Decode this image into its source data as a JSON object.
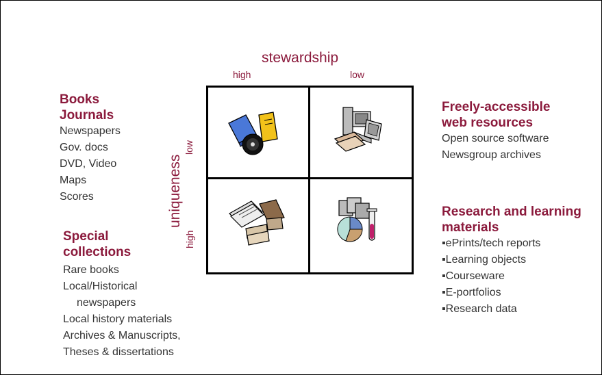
{
  "axes": {
    "top_title": "stewardship",
    "top_high": "high",
    "top_low": "low",
    "side_title": "uniqueness",
    "side_low": "low",
    "side_high": "high"
  },
  "left_top": {
    "headers": [
      "Books",
      "Journals"
    ],
    "items": [
      "Newspapers",
      "Gov. docs",
      "DVD, Video",
      "Maps",
      "Scores"
    ]
  },
  "left_bottom": {
    "headers": [
      "Special",
      "collections"
    ],
    "items": [
      "Rare books",
      "Local/Historical",
      "newspapers",
      "Local history materials",
      "Archives & Manuscripts,",
      "Theses & dissertations"
    ]
  },
  "right_top": {
    "headers": [
      "Freely-accessible",
      "web resources"
    ],
    "items": [
      "Open source software",
      "Newsgroup archives"
    ]
  },
  "right_bottom": {
    "headers": [
      "Research and learning",
      "materials"
    ],
    "items": [
      "▪ePrints/tech reports",
      "▪Learning objects",
      "▪Courseware",
      "▪E-portfolios",
      "▪Research data"
    ]
  },
  "icons": {
    "q1": "books-cd-icon",
    "q2": "computer-icon",
    "q3": "papers-books-icon",
    "q4": "disks-piechart-icon"
  },
  "colors": {
    "accent": "#8b1a3c",
    "text": "#333333",
    "border": "#000000"
  }
}
